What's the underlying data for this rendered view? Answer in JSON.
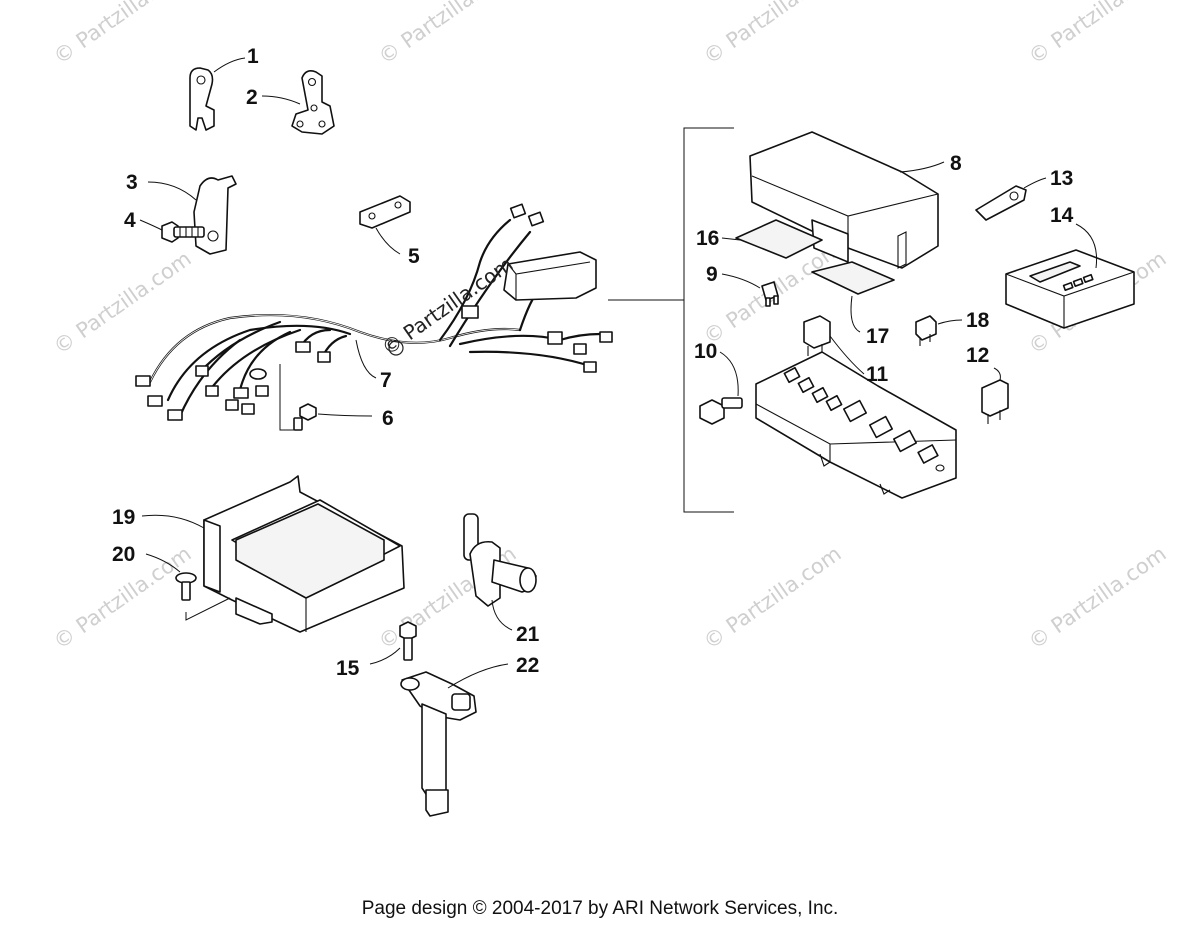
{
  "diagram": {
    "callouts": {
      "c1": "1",
      "c2": "2",
      "c3": "3",
      "c4": "4",
      "c5": "5",
      "c6": "6",
      "c7": "7",
      "c8": "8",
      "c9": "9",
      "c10": "10",
      "c11": "11",
      "c12": "12",
      "c13": "13",
      "c14": "14",
      "c15": "15",
      "c16": "16",
      "c17": "17",
      "c18": "18",
      "c19": "19",
      "c20": "20",
      "c21": "21",
      "c22": "22"
    },
    "watermark": "© Partzilla.com"
  },
  "footer": {
    "text": "Page design © 2004-2017 by ARI Network Services, Inc."
  }
}
